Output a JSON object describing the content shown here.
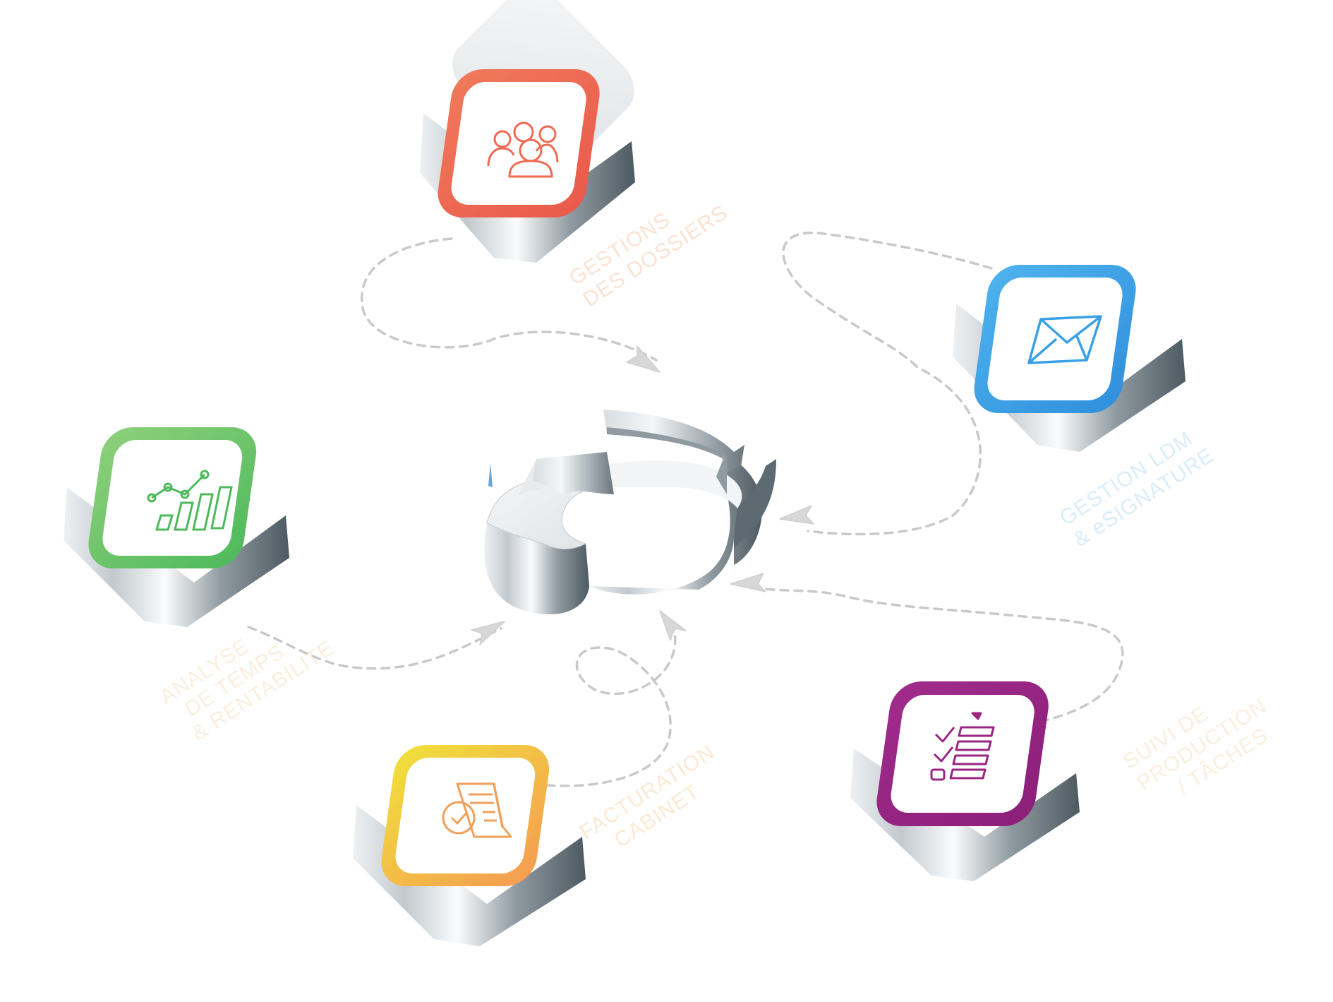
{
  "colors": {
    "background": "#ffffff",
    "dashed_line": "#c9c9c9",
    "arrowhead": "#d7d7d7",
    "dossiers": "#ee6a52",
    "mail": "#3aa0e6",
    "analyse": "#5cc065",
    "facturation": "#f5b04a",
    "suivi": "#9b2582"
  },
  "nodes": [
    {
      "id": "dossiers",
      "icon": "team-people-icon",
      "label_lines": [
        "GESTIONS",
        "DES DOSSIERS"
      ]
    },
    {
      "id": "mail",
      "icon": "envelope-mail-icon",
      "label_lines": [
        "GESTION LDM",
        "& eSIGNATURE"
      ]
    },
    {
      "id": "analyse",
      "icon": "bar-chart-trend-icon",
      "label_lines": [
        "ANALYSE",
        "DE TEMPS",
        "& RENTABILITE"
      ]
    },
    {
      "id": "facturation",
      "icon": "invoice-check-icon",
      "label_lines": [
        "FACTURATION",
        "CABINET"
      ]
    },
    {
      "id": "suivi",
      "icon": "task-checklist-icon",
      "label_lines": [
        "SUIVI DE",
        "PRODUCTION",
        "/ TÂCHES"
      ]
    }
  ],
  "center": {
    "icon": "circular-arrows-logo-icon"
  }
}
